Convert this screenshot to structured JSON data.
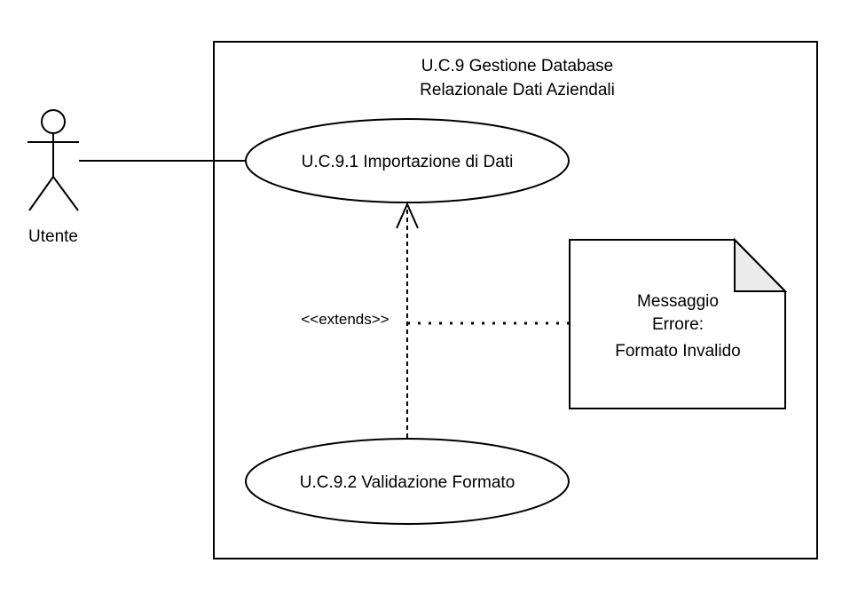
{
  "system": {
    "title_line1": "U.C.9 Gestione Database",
    "title_line2": "Relazionale Dati Aziendali"
  },
  "actor": {
    "name": "Utente"
  },
  "use_cases": {
    "uc_9_1": "U.C.9.1 Importazione di Dati",
    "uc_9_2": "U.C.9.2 Validazione Formato"
  },
  "relation": {
    "stereotype": "<<extends>>"
  },
  "note": {
    "line1": "Messaggio",
    "line2": "Errore:",
    "line3": "Formato Invalido"
  }
}
